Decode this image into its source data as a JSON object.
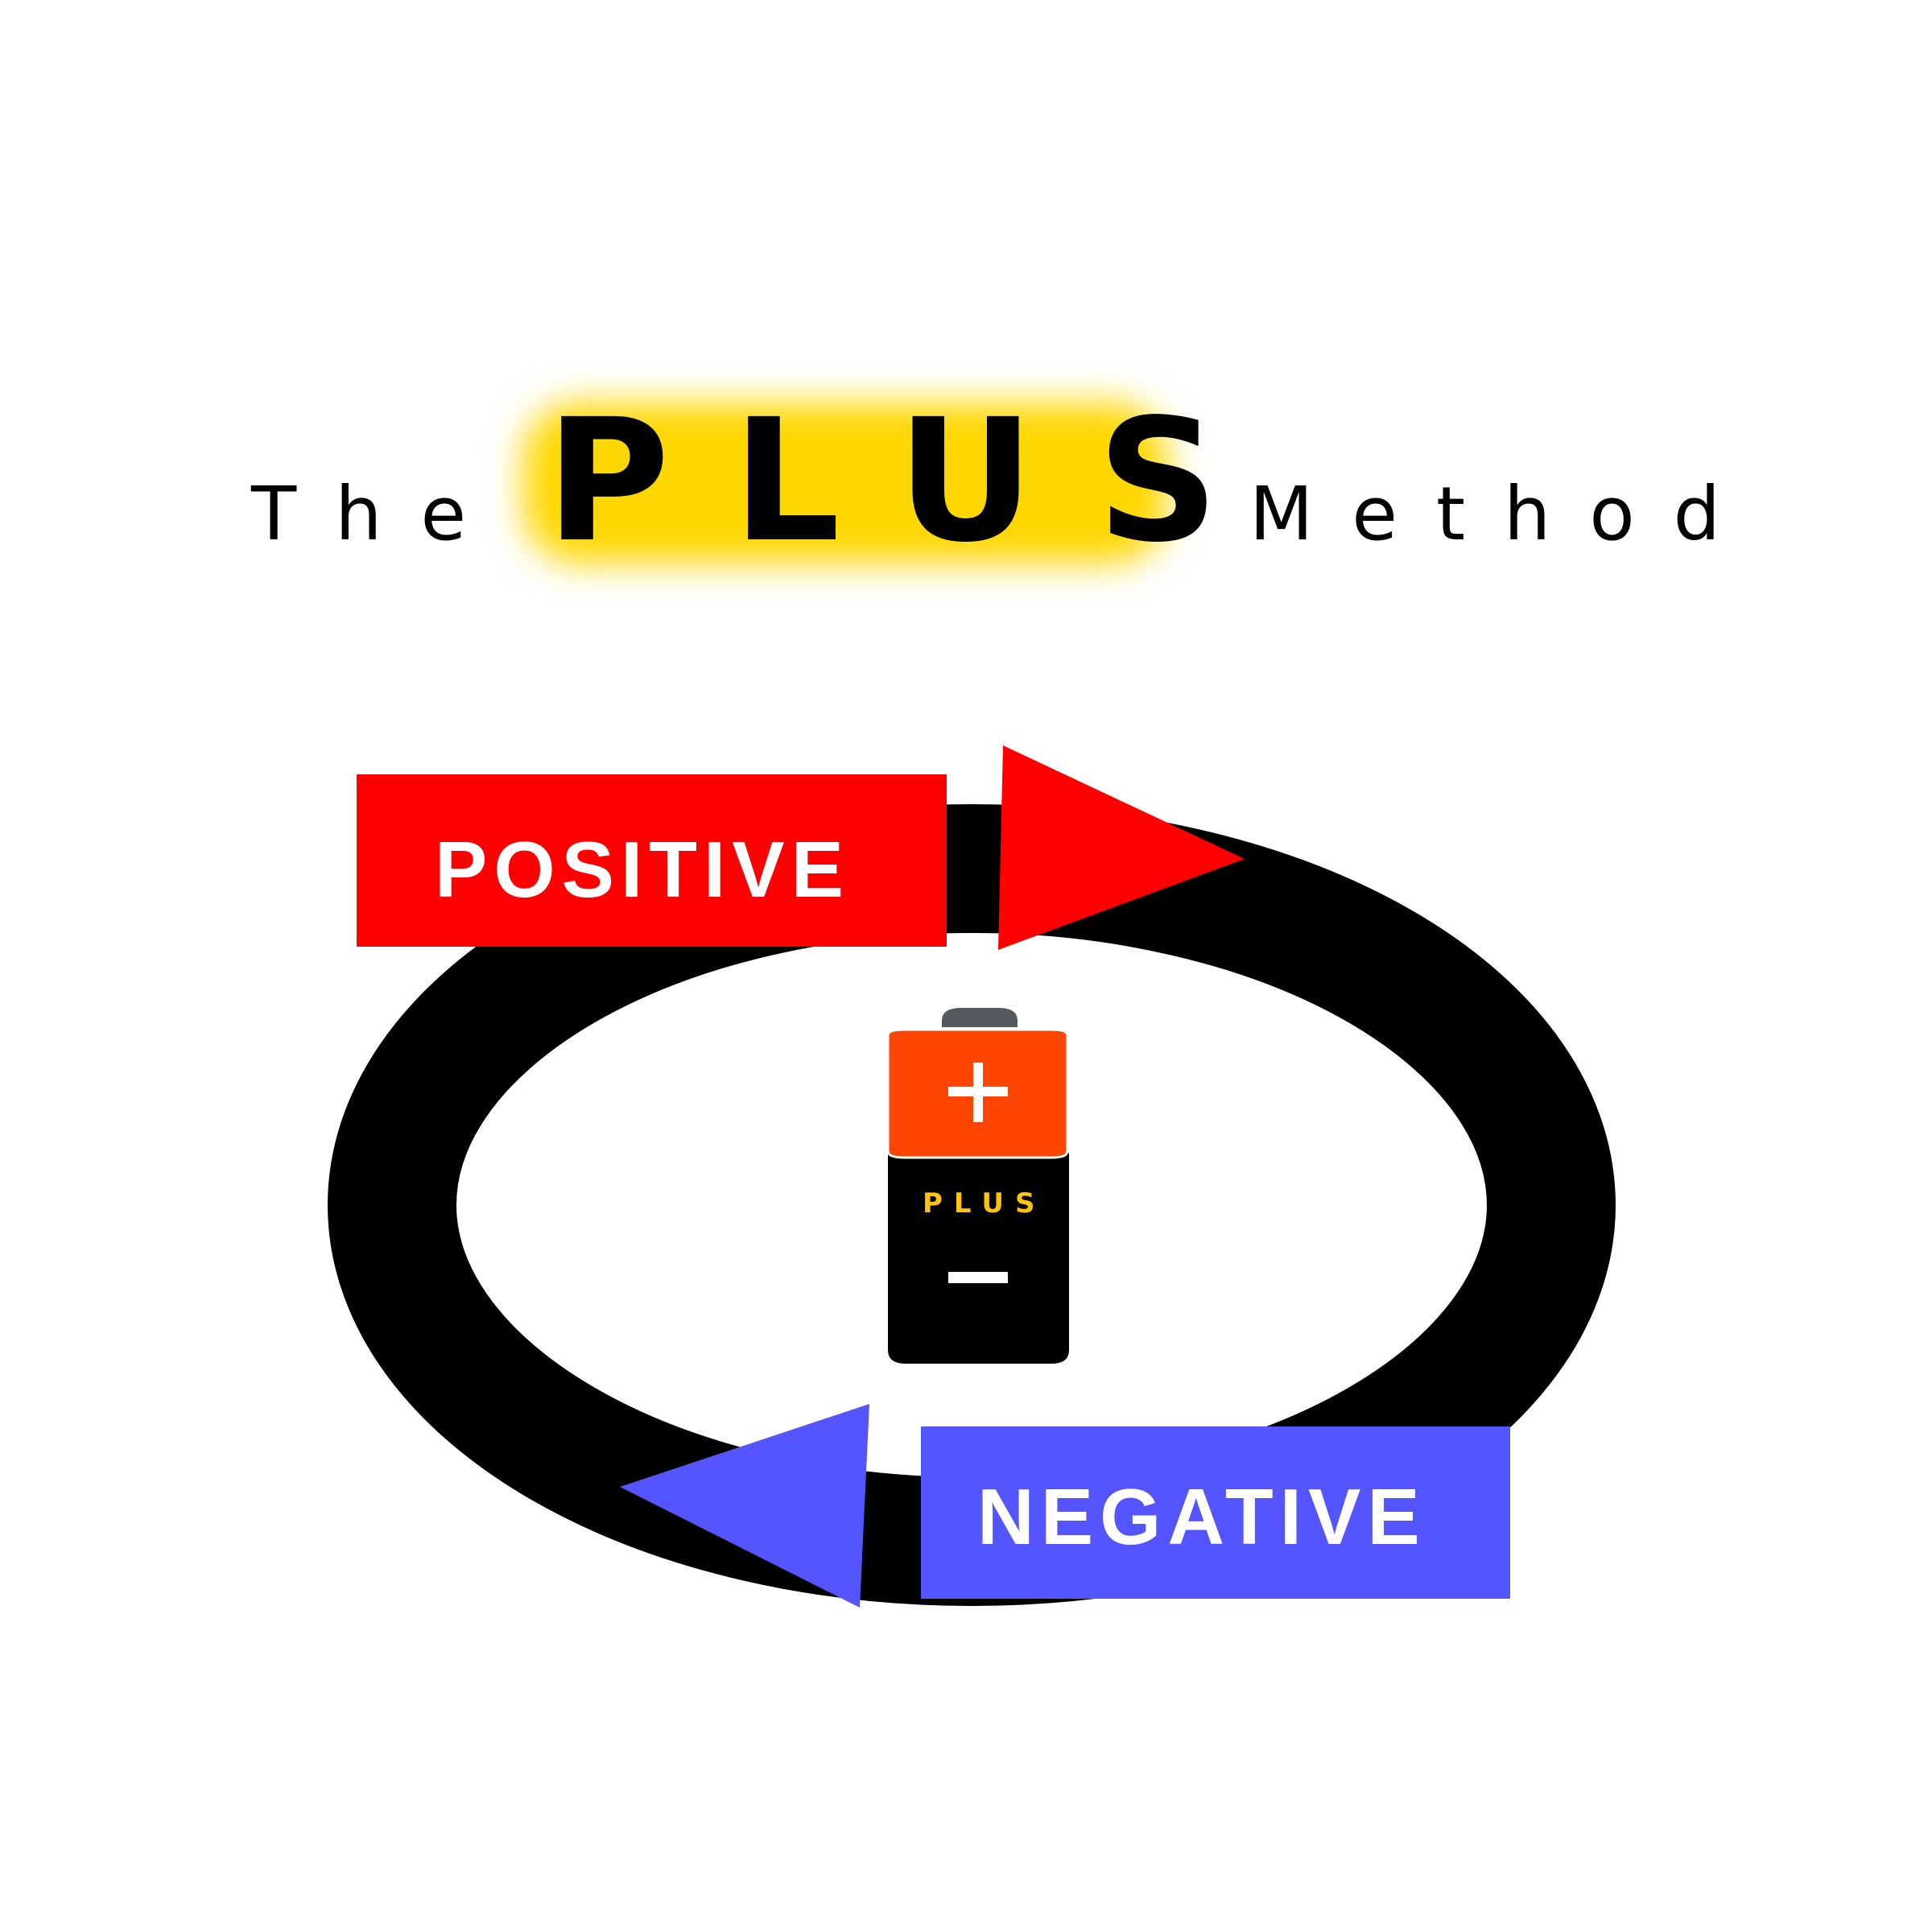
{
  "title": {
    "prefix": "The",
    "highlight": "PLUS",
    "suffix": "Method"
  },
  "labels": {
    "positive": "POSITIVE",
    "negative": "NEGATIVE"
  },
  "battery": {
    "word": "PLUS",
    "plus_symbol": "+",
    "minus_symbol": "−"
  },
  "colors": {
    "positive": "#ff0000",
    "negative": "#5555ff",
    "highlight_glow": "#ffd700",
    "battery_top": "#ff4500",
    "battery_cap": "#55585f",
    "battery_body": "#000000",
    "battery_word": "#ffc20e",
    "loop": "#000000"
  },
  "icons": {
    "cycle": "cycle-loop-icon",
    "battery": "battery-icon"
  }
}
